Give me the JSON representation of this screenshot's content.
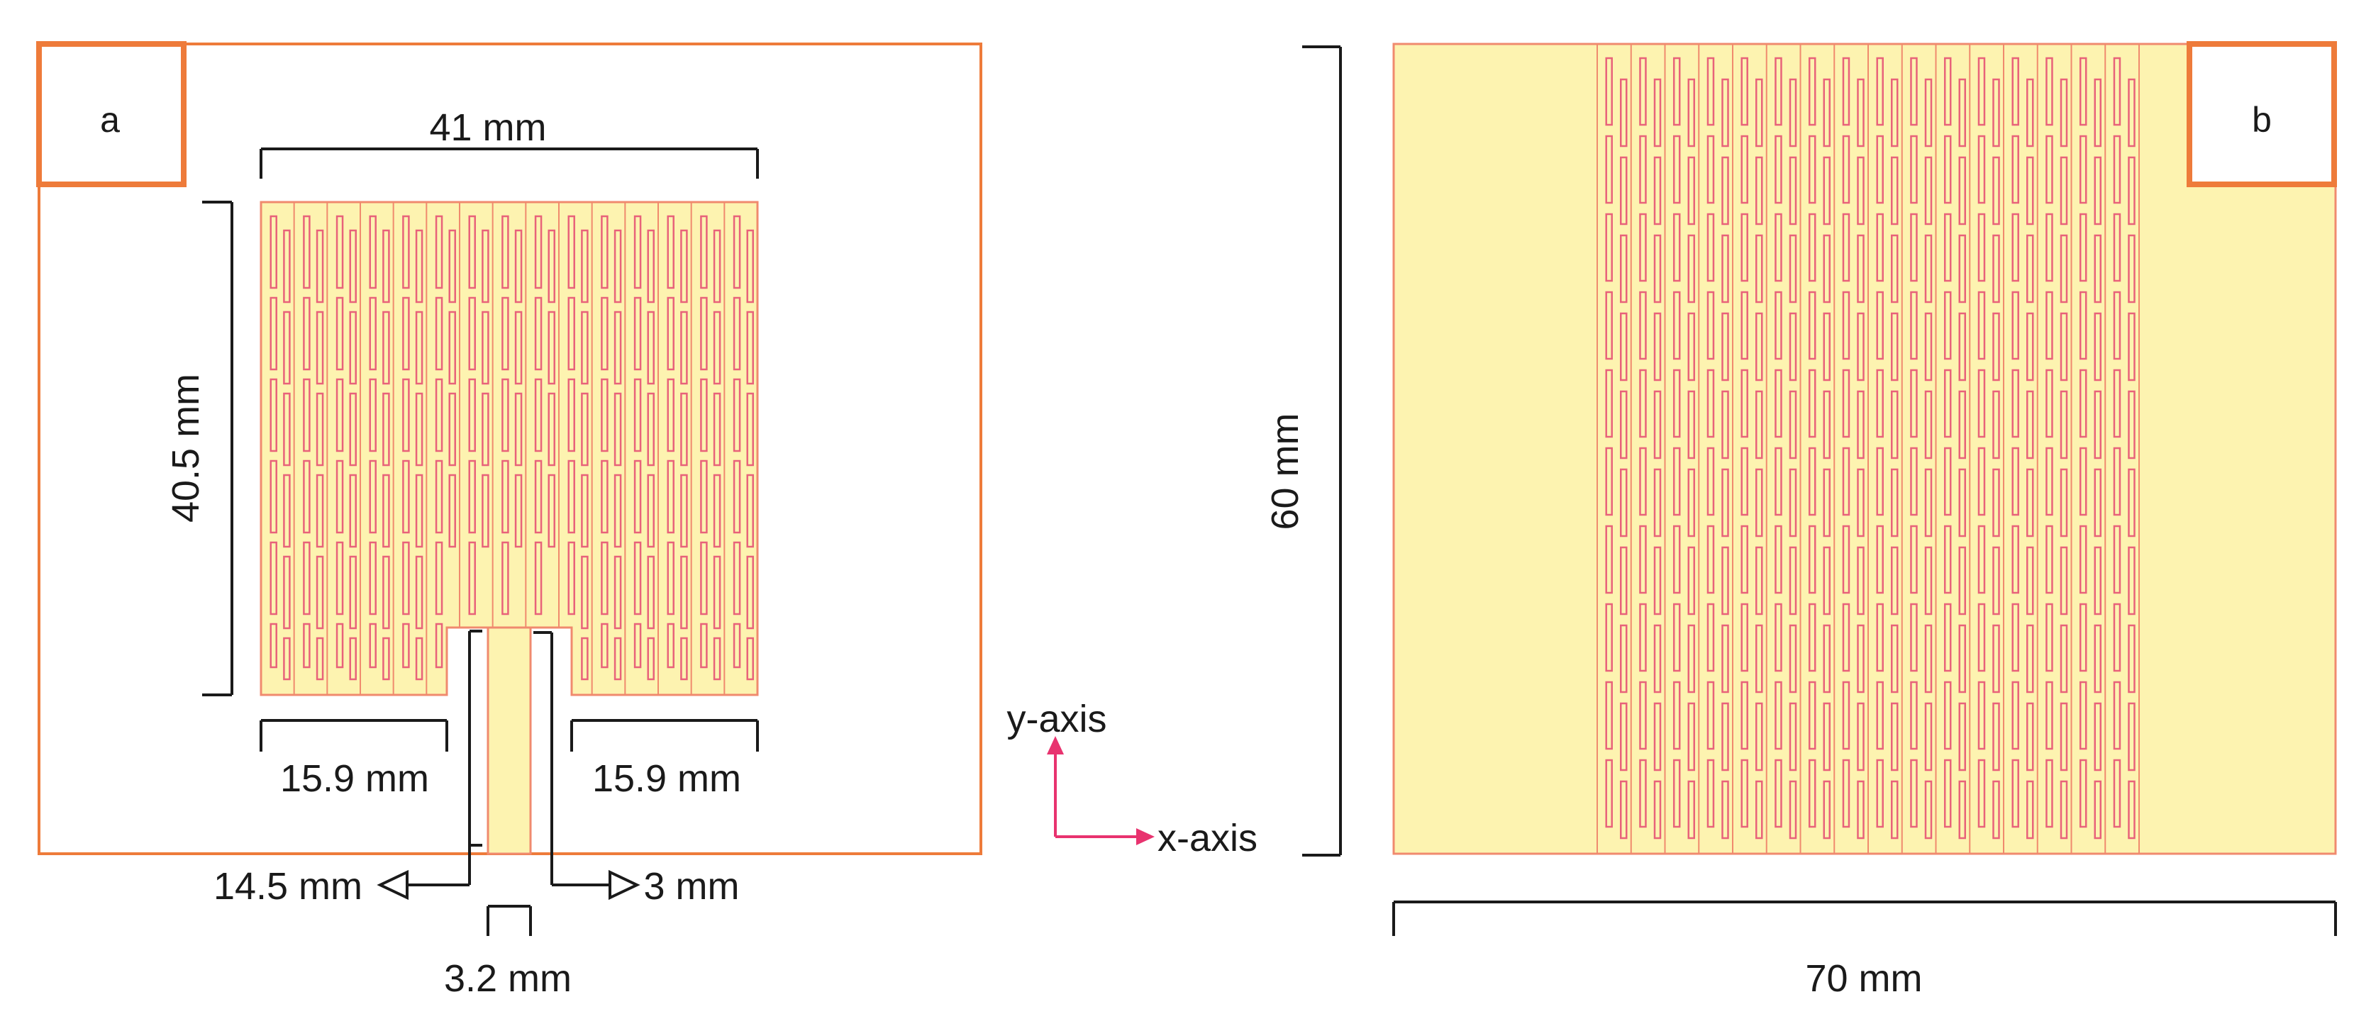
{
  "colors": {
    "copper": "#fdf3b0",
    "edge": "#f08a6e",
    "slot": "#e8627a",
    "frame": "#ee7b3a",
    "dim": "#1a1a1a",
    "axis": "#e8336f"
  },
  "panel_a": {
    "tag": "a",
    "width_label": "41 mm",
    "height_label": "40.5 mm",
    "left_gap_label": "15.9 mm",
    "right_gap_label": "15.9 mm",
    "feed_length_label": "14.5 mm",
    "feed_gap_label": "3 mm",
    "feed_width_label": "3.2 mm"
  },
  "panel_b": {
    "tag": "b",
    "height_label": "60 mm",
    "width_label": "70 mm"
  },
  "axes": {
    "x_label": "x-axis",
    "y_label": "y-axis"
  }
}
